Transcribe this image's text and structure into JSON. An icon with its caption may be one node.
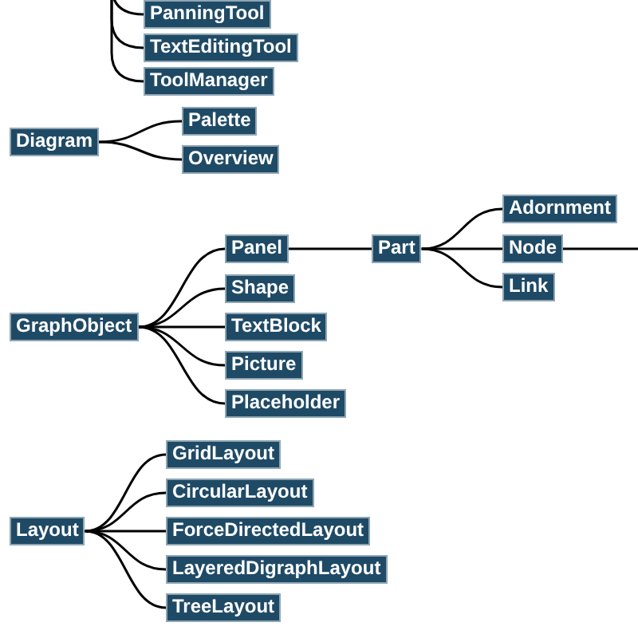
{
  "diagram": {
    "nodes": [
      {
        "text": [
          "PanningTool"
        ]
      },
      {
        "text": [
          "TextEditingTool"
        ]
      },
      {
        "text": [
          "ToolManager"
        ]
      },
      {
        "text": [
          "Diagram"
        ]
      },
      {
        "text": [
          "Palette"
        ]
      },
      {
        "text": [
          "Overview"
        ]
      },
      {
        "text": [
          "GraphObject"
        ]
      },
      {
        "text": [
          "Panel"
        ]
      },
      {
        "text": [
          "Shape"
        ]
      },
      {
        "text": [
          "TextBlock"
        ]
      },
      {
        "text": [
          "Picture"
        ]
      },
      {
        "text": [
          "Placeholder"
        ]
      },
      {
        "text": [
          "Part"
        ]
      },
      {
        "text": [
          "Adornment"
        ]
      },
      {
        "text": [
          "Node"
        ]
      },
      {
        "text": [
          "Link"
        ]
      },
      {
        "text": [
          "Layout"
        ]
      },
      {
        "text": [
          "GridLayout"
        ]
      },
      {
        "text": [
          "CircularLayout"
        ]
      },
      {
        "text": [
          "ForceDirectedLayout"
        ]
      },
      {
        "text": [
          "LayeredDigraphLayout"
        ]
      },
      {
        "text": [
          "TreeLayout"
        ]
      }
    ],
    "edges": [
      {
        "from": null,
        "to": 0,
        "arrow": "none"
      },
      {
        "from": null,
        "to": 1,
        "arrow": "none"
      },
      {
        "from": null,
        "to": 2,
        "arrow": "none"
      },
      {
        "from": 3,
        "to": 4,
        "arrow": "none"
      },
      {
        "from": 3,
        "to": 5,
        "arrow": "none"
      },
      {
        "from": 6,
        "to": 7,
        "arrow": "none"
      },
      {
        "from": 6,
        "to": 8,
        "arrow": "none"
      },
      {
        "from": 6,
        "to": 9,
        "arrow": "none"
      },
      {
        "from": 6,
        "to": 10,
        "arrow": "none"
      },
      {
        "from": 6,
        "to": 11,
        "arrow": "none"
      },
      {
        "from": 7,
        "to": 12,
        "arrow": "none"
      },
      {
        "from": 12,
        "to": 13,
        "arrow": "none"
      },
      {
        "from": 12,
        "to": 14,
        "arrow": "none"
      },
      {
        "from": 12,
        "to": 15,
        "arrow": "none"
      },
      {
        "from": 14,
        "to": null,
        "arrow": "none"
      },
      {
        "from": 16,
        "to": 17,
        "arrow": "none"
      },
      {
        "from": 16,
        "to": 18,
        "arrow": "none"
      },
      {
        "from": 16,
        "to": 19,
        "arrow": "none"
      },
      {
        "from": 16,
        "to": 20,
        "arrow": "none"
      },
      {
        "from": 16,
        "to": 21,
        "arrow": "none"
      }
    ]
  }
}
